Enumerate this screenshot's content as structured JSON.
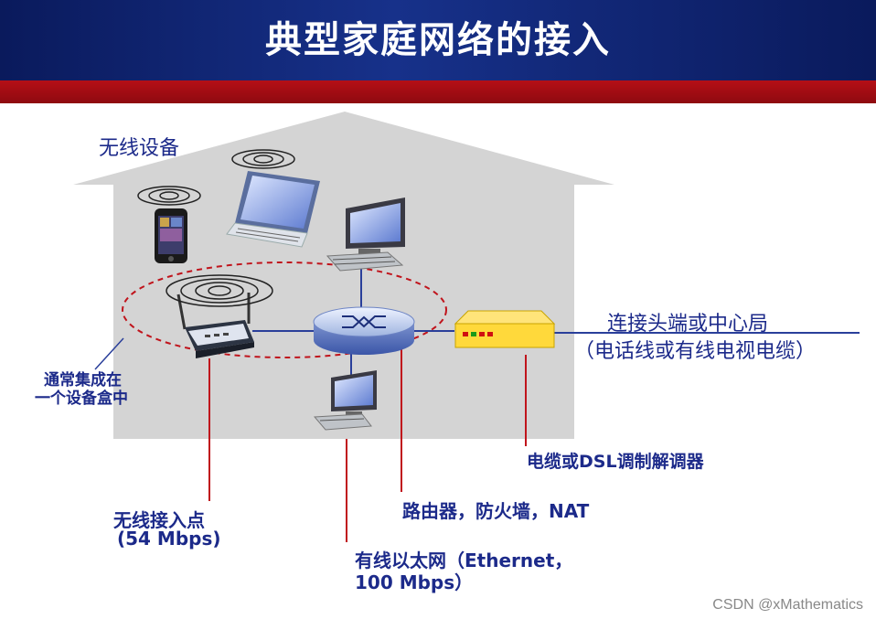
{
  "slide": {
    "title": "典型家庭网络的接入"
  },
  "labels": {
    "wireless_devices": "无线设备",
    "integrated_box_line1": "通常集成在",
    "integrated_box_line2": "一个设备盒中",
    "headend_line1": "连接头端或中心局",
    "headend_line2": "（电话线或有线电视电缆）",
    "modem": "电缆或DSL调制解调器",
    "router": "路由器，防火墙，NAT",
    "ap_line1": "无线接入点",
    "ap_line2": "(54 Mbps)",
    "ethernet_line1": "有线以太网（Ethernet，",
    "ethernet_line2": "100 Mbps）"
  },
  "icons": {
    "house": "house-outline",
    "phone": "smartphone-icon",
    "laptop": "laptop-icon",
    "desktop": "desktop-computer-icon",
    "router": "router-icon",
    "access_point": "wireless-access-point-icon",
    "modem": "modem-icon",
    "signal": "wireless-signal-icon"
  },
  "colors": {
    "header_blue": "#0f2272",
    "header_red": "#a20d14",
    "label_blue": "#1c2a8a",
    "pointer_red": "#c0141c",
    "house_gray": "#d3d3d3",
    "link_blue": "#2a3f9a"
  },
  "watermark": "CSDN @xMathematics"
}
